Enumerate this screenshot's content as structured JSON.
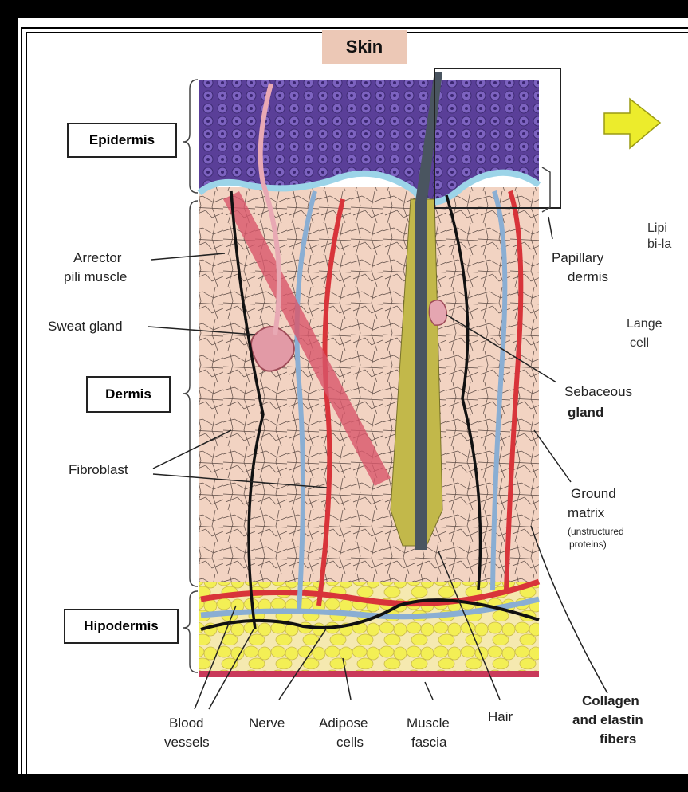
{
  "title": "Skin",
  "layers": {
    "epidermis": "Epidermis",
    "dermis": "Dermis",
    "hipodermis": "Hipodermis"
  },
  "labels": {
    "arrector_1": "Arrector",
    "arrector_2": "pili muscle",
    "sweat_gland": "Sweat gland",
    "fibroblast": "Fibroblast",
    "papillary_1": "Papillary",
    "papillary_2": "dermis",
    "sebaceous_1": "Sebaceous",
    "sebaceous_2": "gland",
    "ground_1": "Ground",
    "ground_2": "matrix",
    "ground_3": "(unstructured",
    "ground_4": "proteins)",
    "blood_1": "Blood",
    "blood_2": "vessels",
    "nerve": "Nerve",
    "adipose_1": "Adipose",
    "adipose_2": "cells",
    "muscle_1": "Muscle",
    "muscle_2": "fascia",
    "hair": "Hair",
    "collagen_1": "Collagen",
    "collagen_2": "and elastin",
    "collagen_3": "fibers"
  },
  "cut_labels": {
    "lipid_1": "Lipi",
    "lipid_2": "bi-la",
    "langer_1": "Lange",
    "langer_2": "cell"
  },
  "colors": {
    "epidermis": "#6b4fa8",
    "dermis": "#f2d3c2",
    "hypodermis_fat": "#f2ec6a",
    "blood_red": "#d8343a",
    "blood_blue": "#8aaed3",
    "hair": "#4a5560",
    "arrow_fill": "#ecec2c"
  }
}
